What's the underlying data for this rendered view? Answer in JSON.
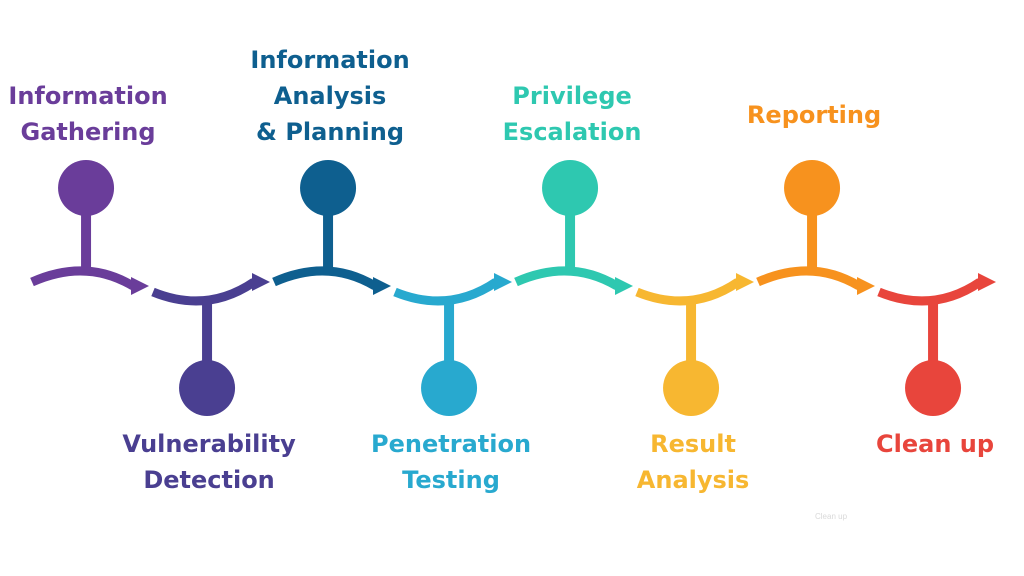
{
  "steps": [
    {
      "lines": [
        "Information",
        "Gathering"
      ],
      "color": "#6a3d9a",
      "position": "top"
    },
    {
      "lines": [
        "Vulnerability",
        "Detection"
      ],
      "color": "#4a3f91",
      "position": "bottom"
    },
    {
      "lines": [
        "Information",
        "Analysis",
        "& Planning"
      ],
      "color": "#0e5f8f",
      "position": "top"
    },
    {
      "lines": [
        "Penetration",
        "Testing"
      ],
      "color": "#28a9cf",
      "position": "bottom"
    },
    {
      "lines": [
        "Privilege",
        "Escalation"
      ],
      "color": "#2ec8b0",
      "position": "top"
    },
    {
      "lines": [
        "Result",
        "Analysis"
      ],
      "color": "#f7b731",
      "position": "bottom"
    },
    {
      "lines": [
        "Reporting"
      ],
      "color": "#f7921e",
      "position": "top"
    },
    {
      "lines": [
        "Clean up"
      ],
      "color": "#e8453c",
      "position": "bottom"
    }
  ],
  "faint_caption": "Clean up"
}
